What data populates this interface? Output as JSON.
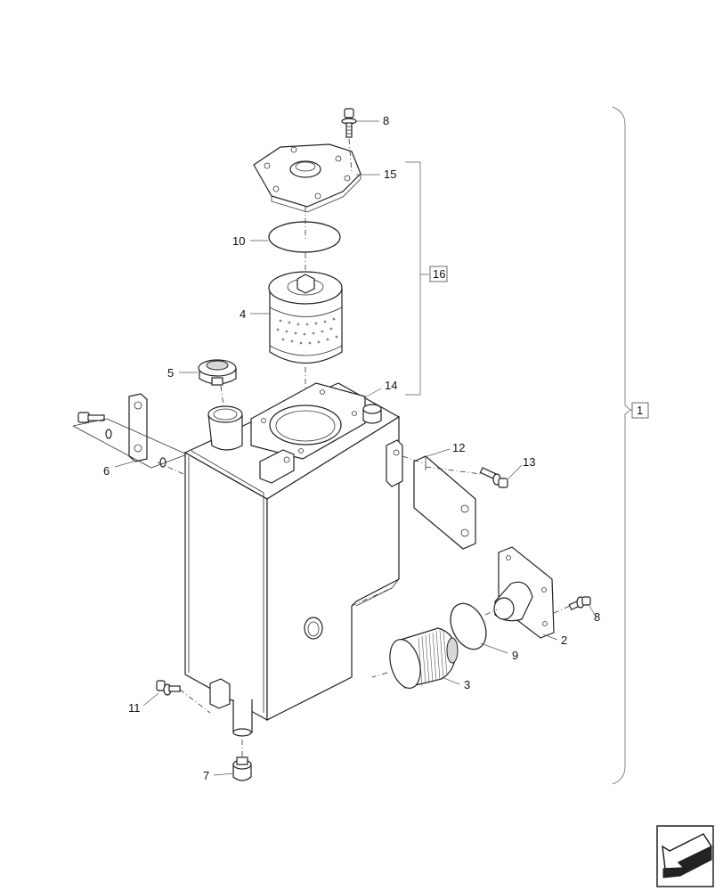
{
  "diagram": {
    "callouts": {
      "c1": "1",
      "c2": "2",
      "c3": "3",
      "c4": "4",
      "c5": "5",
      "c6": "6",
      "c7": "7",
      "c8a": "8",
      "c8b": "8",
      "c9": "9",
      "c10": "10",
      "c11": "11",
      "c12": "12",
      "c13": "13",
      "c14": "14",
      "c15": "15",
      "c16": "16"
    },
    "icons": {
      "navigation": "navigation-arrow-icon"
    }
  }
}
